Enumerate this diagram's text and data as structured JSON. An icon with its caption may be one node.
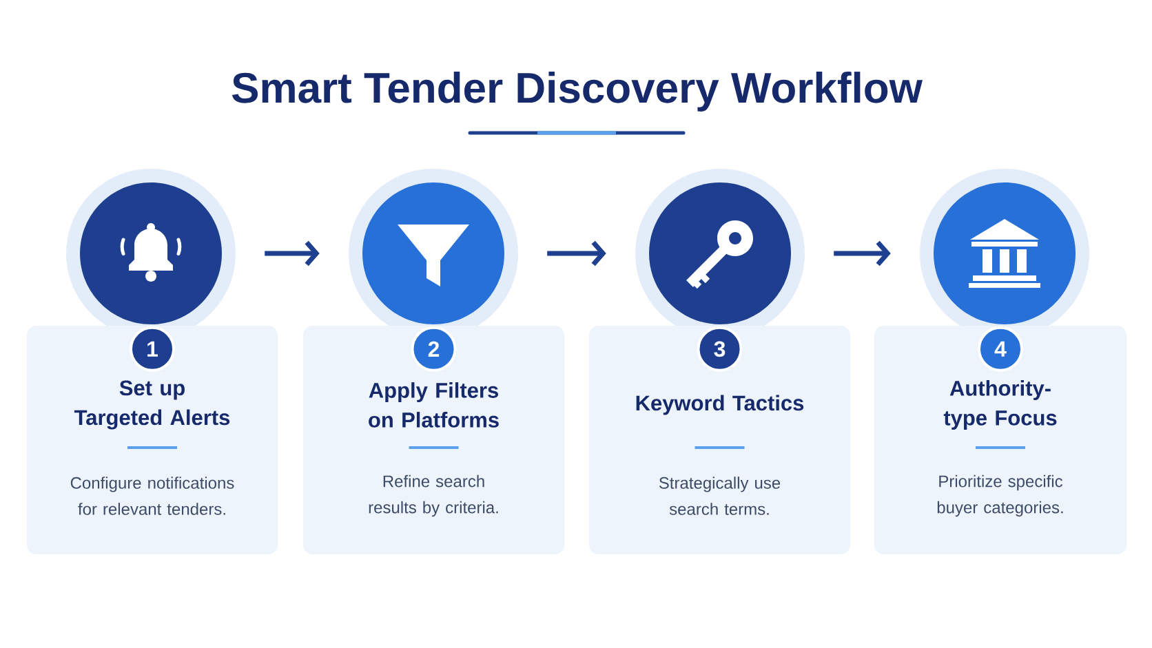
{
  "diagram": {
    "title": "Smart Tender Discovery Workflow",
    "nodes": [
      {
        "text": [],
        "shape": "circle"
      },
      {
        "text": [],
        "shape": "circle"
      },
      {
        "text": [],
        "shape": "circle"
      },
      {
        "text": [],
        "shape": "circle"
      },
      {
        "text": [
          "Set up Targeted Alerts",
          "Configure notifications for relevant tenders."
        ]
      },
      {
        "text": [
          "Apply Filters on Platforms",
          "Refine search results by criteria."
        ]
      },
      {
        "text": [
          "Keyword Tactics",
          "Strategically use search terms."
        ]
      },
      {
        "text": [
          "Authority-type Focus",
          "Prioritize specific buyer categories."
        ]
      },
      {
        "text": [
          "1"
        ],
        "in": 4
      },
      {
        "text": [
          "2"
        ],
        "in": 5
      },
      {
        "text": [
          "3"
        ],
        "in": 6
      },
      {
        "text": [
          "4"
        ],
        "in": 7
      }
    ],
    "edges": [
      {
        "from": 0,
        "to": 1,
        "arrow": "to"
      },
      {
        "from": 1,
        "to": 2,
        "arrow": "to"
      },
      {
        "from": 2,
        "to": 3,
        "arrow": "to"
      }
    ]
  }
}
